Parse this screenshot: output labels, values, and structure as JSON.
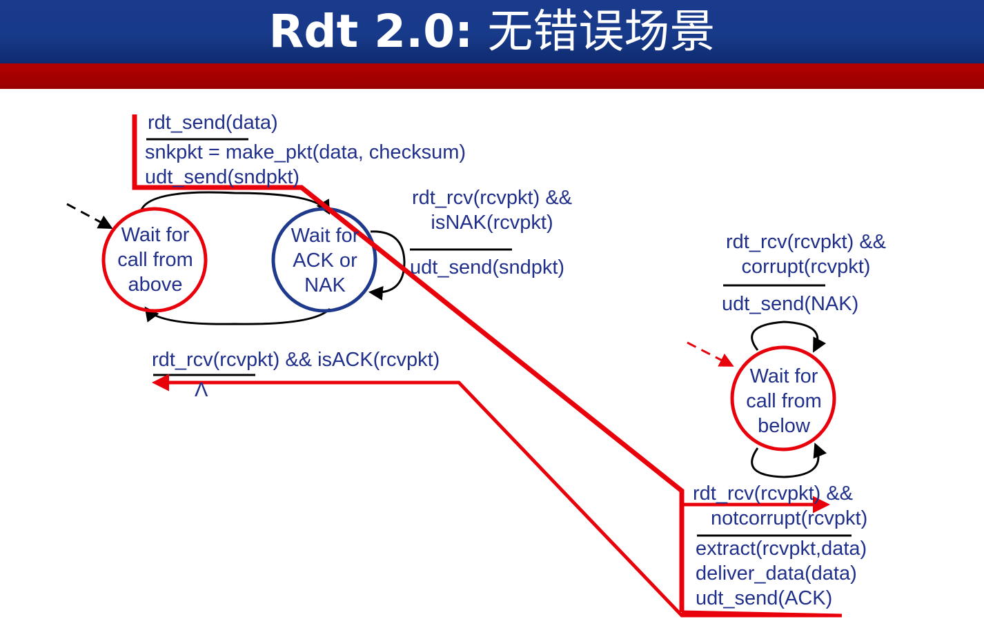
{
  "title": {
    "main": "Rdt 2.0:",
    "sub": " 无错误场景"
  },
  "colors": {
    "header_blue": "#183a8a",
    "header_red": "#9a0000",
    "text_blue": "#1f2f8a",
    "highlight_red": "#e8000a",
    "state_blue": "#1f2f8a"
  },
  "sender": {
    "state_wait_call": {
      "lines": [
        "Wait for",
        "call from",
        "above"
      ]
    },
    "state_wait_ack": {
      "lines": [
        "Wait for",
        "ACK or",
        "NAK"
      ]
    },
    "transition_send": {
      "event": "rdt_send(data)",
      "actions": [
        "snkpkt = make_pkt(data, checksum)",
        "udt_send(sndpkt)"
      ]
    },
    "transition_nak": {
      "event_lines": [
        "rdt_rcv(rcvpkt) &&",
        "isNAK(rcvpkt)"
      ],
      "action": "udt_send(sndpkt)"
    },
    "transition_ack": {
      "event": "rdt_rcv(rcvpkt) && isACK(rcvpkt)",
      "action": "Λ"
    }
  },
  "receiver": {
    "state_wait_below": {
      "lines": [
        "Wait for",
        "call from",
        "below"
      ]
    },
    "transition_corrupt": {
      "event_lines": [
        "rdt_rcv(rcvpkt) &&",
        "corrupt(rcvpkt)"
      ],
      "action": "udt_send(NAK)"
    },
    "transition_notcorrupt": {
      "event_lines": [
        "rdt_rcv(rcvpkt) &&",
        "notcorrupt(rcvpkt)"
      ],
      "actions": [
        "extract(rcvpkt,data)",
        "deliver_data(data)",
        "udt_send(ACK)"
      ]
    }
  }
}
